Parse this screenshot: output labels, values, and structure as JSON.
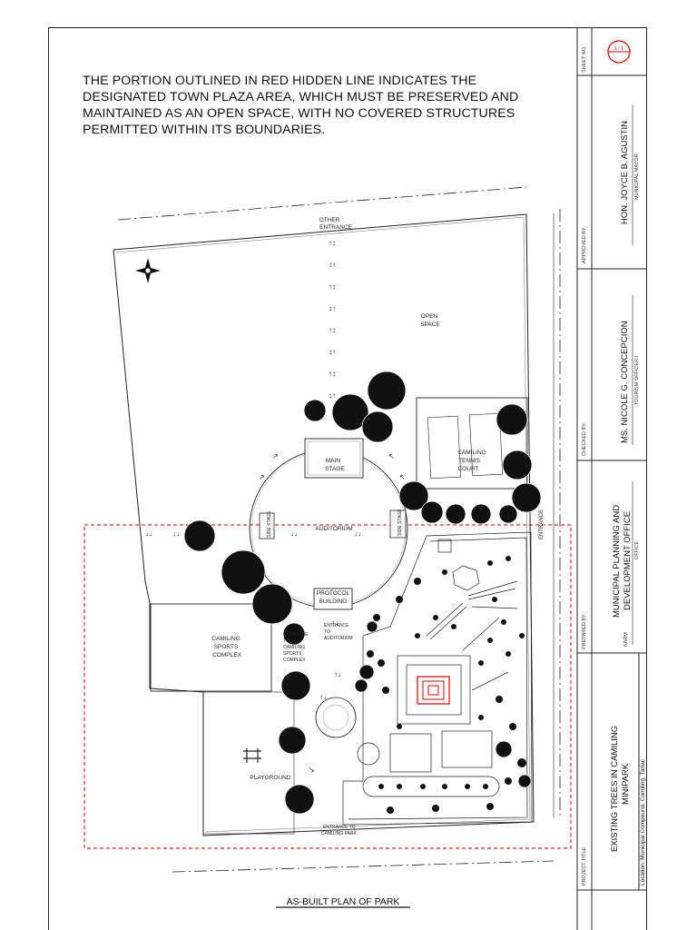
{
  "note_lines": [
    "THE PORTION OUTLINED IN RED HIDDEN LINE INDICATES THE",
    "DESIGNATED TOWN PLAZA AREA, WHICH MUST BE PRESERVED AND",
    "MAINTAINED AS AN OPEN SPACE, WITH NO COVERED STRUCTURES",
    "PERMITTED WITHIN ITS BOUNDARIES."
  ],
  "plan": {
    "labels": {
      "other_entrance_1": "OTHER",
      "other_entrance_2": "ENTRANCE",
      "open_space_1": "OPEN",
      "open_space_2": "SPACE",
      "main_stage_1": "MAIN",
      "main_stage_2": "STAGE",
      "tennis_1": "CAMILING",
      "tennis_2": "TENNIS",
      "tennis_3": "COURT",
      "auditorium": "AUDITORIUM",
      "side_stage_left": "SIDE STAGE",
      "side_stage_right": "SIDE STAGE",
      "entrance_right": "ENTRANCE",
      "protocol_1": "PROTOCOL",
      "protocol_2": "BUILDING",
      "entrance_aud_1": "ENTRANCE",
      "entrance_aud_2": "TO",
      "entrance_aud_3": "AUDITORIUM",
      "entrance_sports_1": "ENTRANCE",
      "entrance_sports_2": "TO",
      "entrance_sports_3": "CAMILING",
      "entrance_sports_4": "SPORTS",
      "entrance_sports_5": "COMPLEX",
      "sports_1": "CAMILING",
      "sports_2": "SPORTS",
      "sports_3": "COMPLEX",
      "playground": "PLAYGROUND",
      "entrance_park_1": "ENTRANCE TO",
      "entrance_park_2": "CAMILING PARK"
    },
    "plan_title": "AS-BUILT PLAN OF PARK"
  },
  "title_block": {
    "sheet_no_label": "SHEET NO.",
    "sheet_no_value": "1 / 1",
    "approved_label": "APPROVED BY:",
    "approved_name": "HON. JOYCE B. AGUSTIN",
    "approved_role": "MUNICIPAL MAYOR",
    "checked_label": "CHECKED BY:",
    "checked_name": "MS. NICOLE G. CONCEPCION",
    "checked_role": "TOURISM OFFICER I",
    "prepared_label": "PREPARED BY:",
    "prepared_name_1": "MUNICIPAL PLANNING AND",
    "prepared_name_2": "DEVELOPMENT OFFICE",
    "prepared_role": "OFFICE",
    "prepared_side": "KARM",
    "project_label": "PROJECT TITLE:",
    "project_name_1": "EXISTING TREES IN CAMILING",
    "project_name_2": "MINIPARK",
    "location": "Location: Municipal Compound, Camiling, Tarlac"
  },
  "colors": {
    "line": "#222222",
    "red": "#e00000",
    "tree": "#111111"
  }
}
